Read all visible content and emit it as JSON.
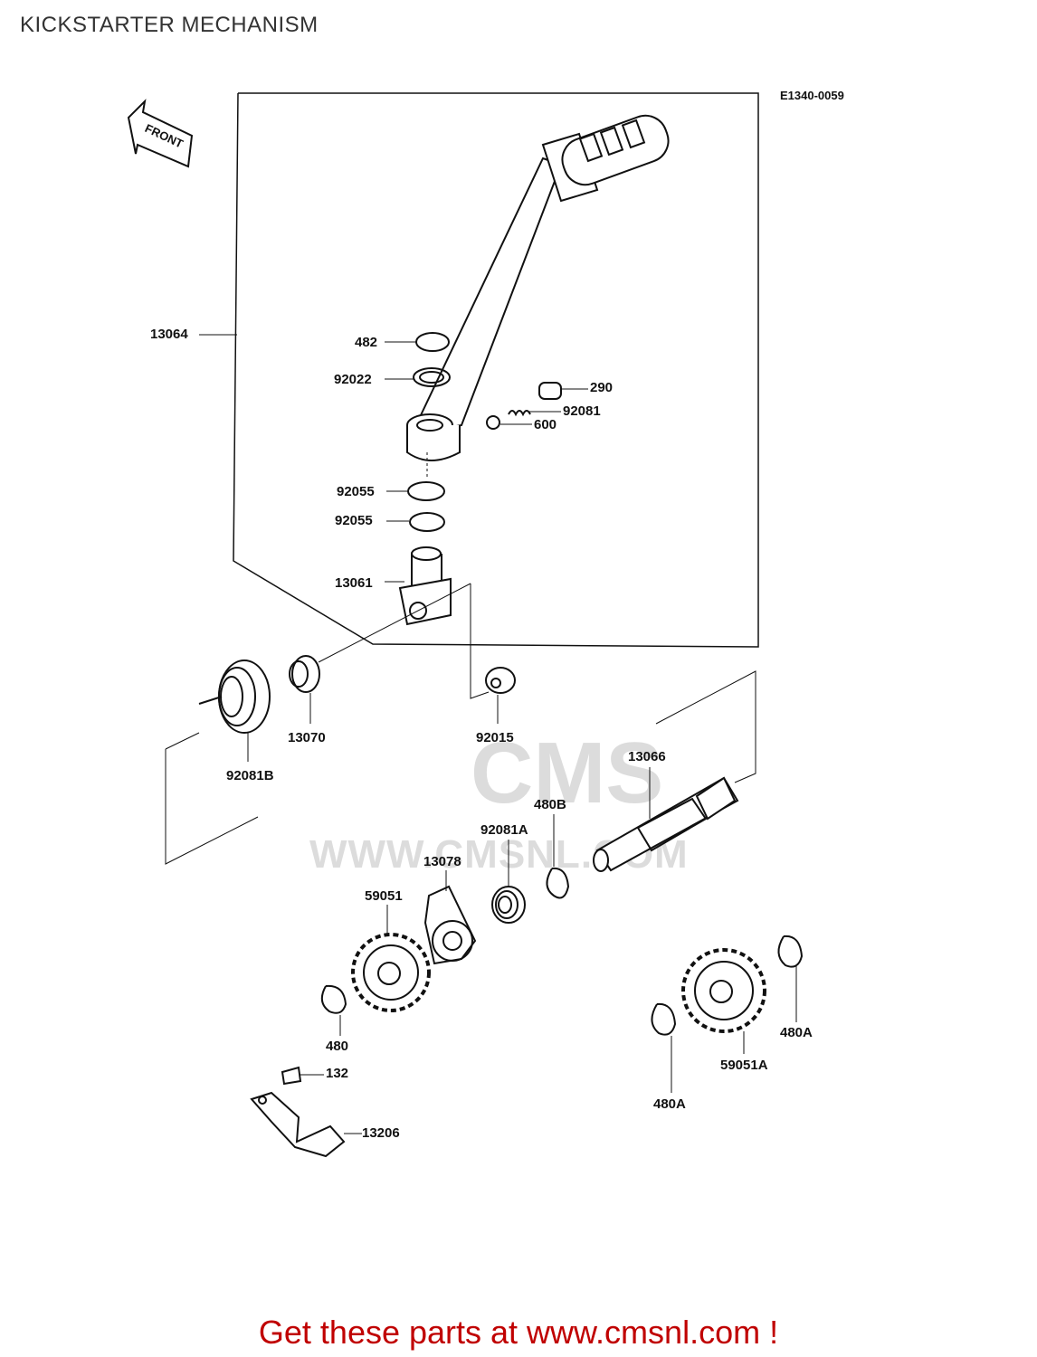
{
  "title": "KICKSTARTER MECHANISM",
  "diagram_code": "E1340-0059",
  "front_arrow_text": "FRONT",
  "watermark": {
    "brand": "CMS",
    "site": "WWW.CMSNL.COM"
  },
  "footer": "Get these parts at www.cmsnl.com !",
  "parts": {
    "p13064": "13064",
    "p482": "482",
    "p92022": "92022",
    "p290": "290",
    "p92081": "92081",
    "p600": "600",
    "p92055a": "92055",
    "p92055b": "92055",
    "p13061": "13061",
    "p92015": "92015",
    "p13070": "13070",
    "p92081B": "92081B",
    "p13066": "13066",
    "p480B": "480B",
    "p92081A": "92081A",
    "p13078": "13078",
    "p59051": "59051",
    "p480": "480",
    "p132": "132",
    "p13206": "13206",
    "p480A_right": "480A",
    "p59051A": "59051A",
    "p480A_bottom": "480A"
  }
}
